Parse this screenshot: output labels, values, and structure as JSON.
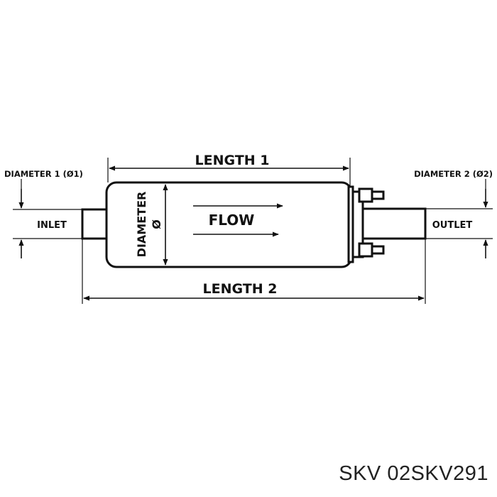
{
  "labels": {
    "length1": "LENGTH 1",
    "length2": "LENGTH 2",
    "diameter1": "DIAMETER 1 (Ø1)",
    "diameter2": "DIAMETER 2 (Ø2)",
    "inlet": "INLET",
    "outlet": "OUTLET",
    "flow": "FLOW",
    "diameter_body": "DIAMETER",
    "diameter_symbol": "Ø"
  },
  "caption": {
    "brand": "SKV",
    "part_number": "02SKV291"
  },
  "colors": {
    "line": "#111111",
    "background": "#ffffff"
  }
}
